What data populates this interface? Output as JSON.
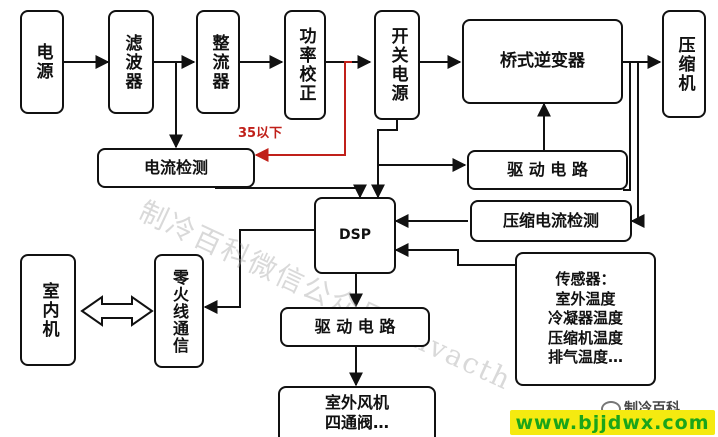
{
  "colors": {
    "stroke": "#111111",
    "highlight": "#c0201a",
    "banner_bg": "#f5ea10",
    "banner_text": "#1aa51a"
  },
  "blocks": {
    "power_supply": "电源",
    "filter": "滤波器",
    "rectifier": "整流器",
    "pfc": "功率校正",
    "switching_supply": "开关电源",
    "bridge_inverter": "桥式逆变器",
    "compressor": "压缩机",
    "current_detect": "电流检测",
    "drive_circuit_top": "驱 动 电 路",
    "comp_current_detect": "压缩电流检测",
    "dsp": "DSP",
    "indoor_unit": "室内机",
    "zero_fire_comm": "零火线通信",
    "drive_circuit_bottom": "驱 动 电 路",
    "sensors": "传感器：\n室外温度\n冷凝器温度\n压缩机温度\n排气温度…",
    "outdoor_fan_valve": "室外风机\n四通阀…"
  },
  "threshold_label": "35以下",
  "watermark": "制冷百科微信公众号：hvacth",
  "footer_brand": "制冷百科",
  "site_banner": "www.bjjdwx.com",
  "icons": {
    "bidirectional": "double-arrow-icon",
    "wechat": "wechat-icon"
  }
}
